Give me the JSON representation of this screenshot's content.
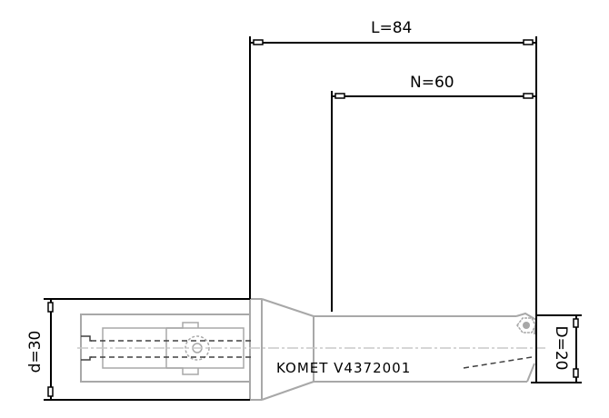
{
  "drawing": {
    "type": "technical-drawing",
    "subject": "indexable insert drill",
    "marking": "KOMET V4372001",
    "colors": {
      "dimension_lines": "#000000",
      "part_outline": "#a8a8a8",
      "hidden_lines": "#404040",
      "background": "#ffffff"
    }
  },
  "dimensions": {
    "overall_length": {
      "label": "L=84",
      "symbol": "L",
      "value": 84
    },
    "usable_length": {
      "label": "N=60",
      "symbol": "N",
      "value": 60
    },
    "shank_diameter": {
      "label": "d=30",
      "symbol": "d",
      "value": 30
    },
    "drill_diameter": {
      "label": "D=20",
      "symbol": "D",
      "value": 20
    }
  }
}
